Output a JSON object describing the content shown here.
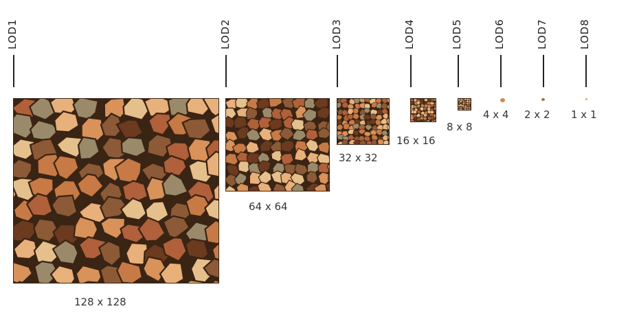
{
  "levels": [
    {
      "lod": "LOD1",
      "size": "128 x 128"
    },
    {
      "lod": "LOD2",
      "size": "64 x 64"
    },
    {
      "lod": "LOD3",
      "size": "32 x 32"
    },
    {
      "lod": "LOD4",
      "size": "16 x 16"
    },
    {
      "lod": "LOD5",
      "size": "8 x 8"
    },
    {
      "lod": "LOD6",
      "size": "4 x 4"
    },
    {
      "lod": "LOD7",
      "size": "2 x 2"
    },
    {
      "lod": "LOD8",
      "size": "1 x 1"
    }
  ],
  "colors": {
    "stone_light": "#e8b07a",
    "stone_mid": "#c77a45",
    "stone_dark": "#6b3a1f",
    "stone_grey": "#9a8a6a",
    "grout": "#3a2414"
  }
}
